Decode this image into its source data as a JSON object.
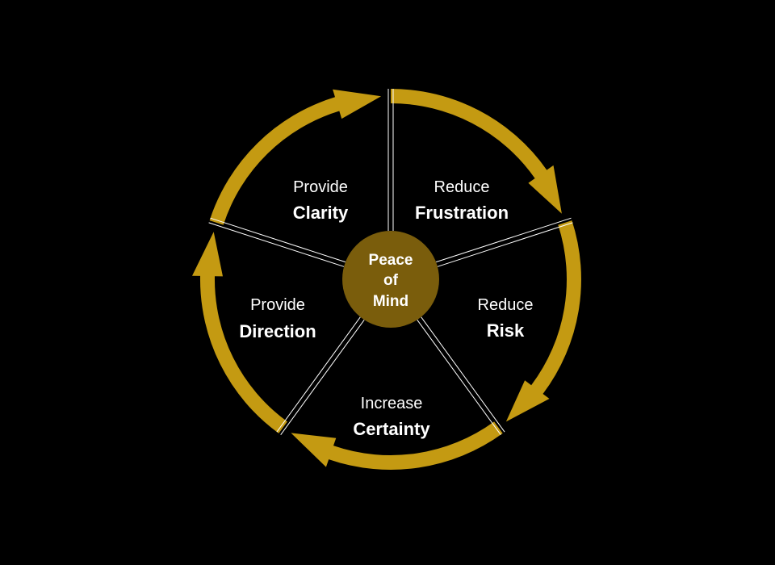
{
  "colors": {
    "background": "#000000",
    "ring": "#c49a12",
    "center": "#7a5d0c",
    "divider": "#ffffff",
    "text": "#ffffff"
  },
  "center": {
    "lines": [
      "Peace",
      "of",
      "Mind"
    ]
  },
  "segments": [
    {
      "verb": "Reduce",
      "noun": "Frustration"
    },
    {
      "verb": "Reduce",
      "noun": "Risk"
    },
    {
      "verb": "Increase",
      "noun": "Certainty"
    },
    {
      "verb": "Provide",
      "noun": "Direction"
    },
    {
      "verb": "Provide",
      "noun": "Clarity"
    }
  ]
}
